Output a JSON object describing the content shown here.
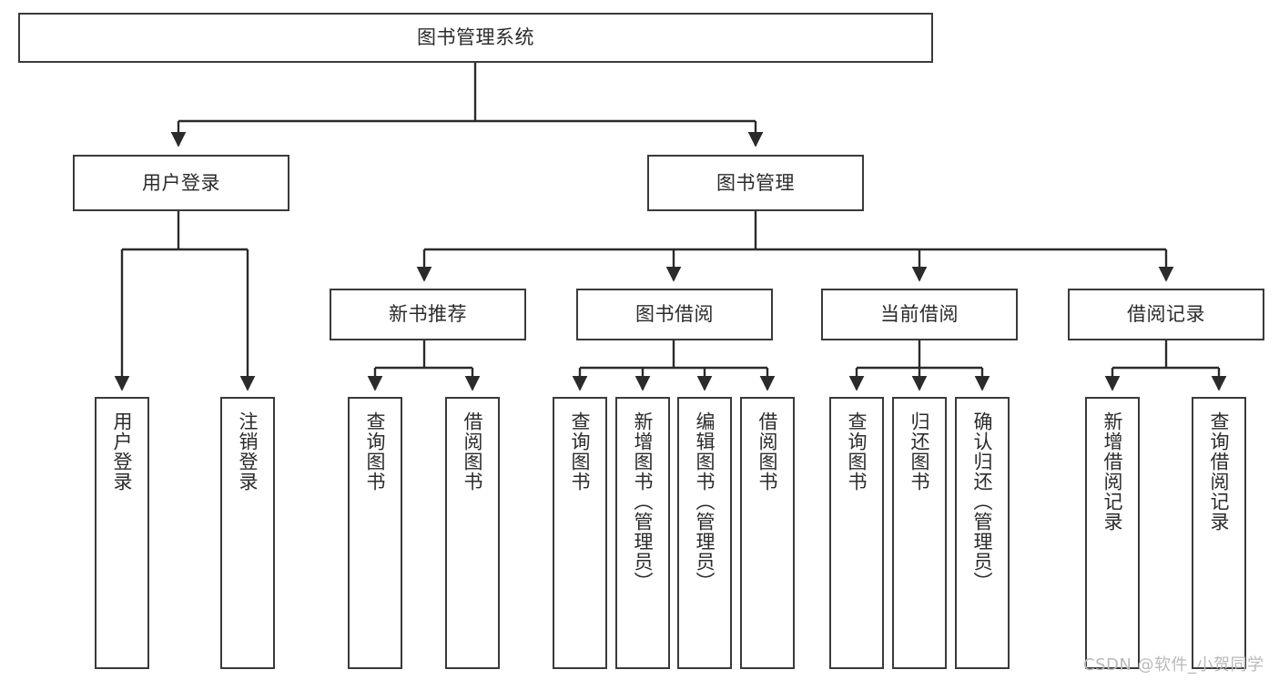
{
  "diagram": {
    "title": "图书管理系统",
    "type": "tree",
    "orientation": "top-down",
    "colors": {
      "box_border": "#3a3a3a",
      "box_fill": "#ffffff",
      "connector": "#2b2b2b",
      "text": "#2b2b2b",
      "watermark": "#b9b9b9"
    },
    "root": {
      "id": "root",
      "label": "图书管理系统"
    },
    "level2": [
      {
        "id": "user-login",
        "label": "用户登录"
      },
      {
        "id": "book-management",
        "label": "图书管理"
      }
    ],
    "level3": [
      {
        "id": "new-book-recommend",
        "label": "新书推荐",
        "parent": "book-management"
      },
      {
        "id": "book-borrow",
        "label": "图书借阅",
        "parent": "book-management"
      },
      {
        "id": "current-borrow",
        "label": "当前借阅",
        "parent": "book-management"
      },
      {
        "id": "borrow-record",
        "label": "借阅记录",
        "parent": "book-management"
      }
    ],
    "leaves": [
      {
        "id": "leaf-user-login",
        "label": "用户登录",
        "parent": "user-login"
      },
      {
        "id": "leaf-logout-login",
        "label": "注销登录",
        "parent": "user-login"
      },
      {
        "id": "leaf-query-book-1",
        "label": "查询图书",
        "parent": "new-book-recommend"
      },
      {
        "id": "leaf-borrow-book-1",
        "label": "借阅图书",
        "parent": "new-book-recommend"
      },
      {
        "id": "leaf-query-book-2",
        "label": "查询图书",
        "parent": "book-borrow"
      },
      {
        "id": "leaf-add-book",
        "label": "新增图书（管理员）",
        "parent": "book-borrow"
      },
      {
        "id": "leaf-edit-book",
        "label": "编辑图书（管理员）",
        "parent": "book-borrow"
      },
      {
        "id": "leaf-borrow-book-2",
        "label": "借阅图书",
        "parent": "book-borrow"
      },
      {
        "id": "leaf-query-book-3",
        "label": "查询图书",
        "parent": "current-borrow"
      },
      {
        "id": "leaf-return-book",
        "label": "归还图书",
        "parent": "current-borrow"
      },
      {
        "id": "leaf-confirm-return",
        "label": "确认归还（管理员）",
        "parent": "current-borrow"
      },
      {
        "id": "leaf-add-record",
        "label": "新增借阅记录",
        "parent": "borrow-record"
      },
      {
        "id": "leaf-query-record",
        "label": "查询借阅记录",
        "parent": "borrow-record"
      }
    ]
  },
  "watermark": {
    "text": "CSDN @软件_小贺同学"
  }
}
